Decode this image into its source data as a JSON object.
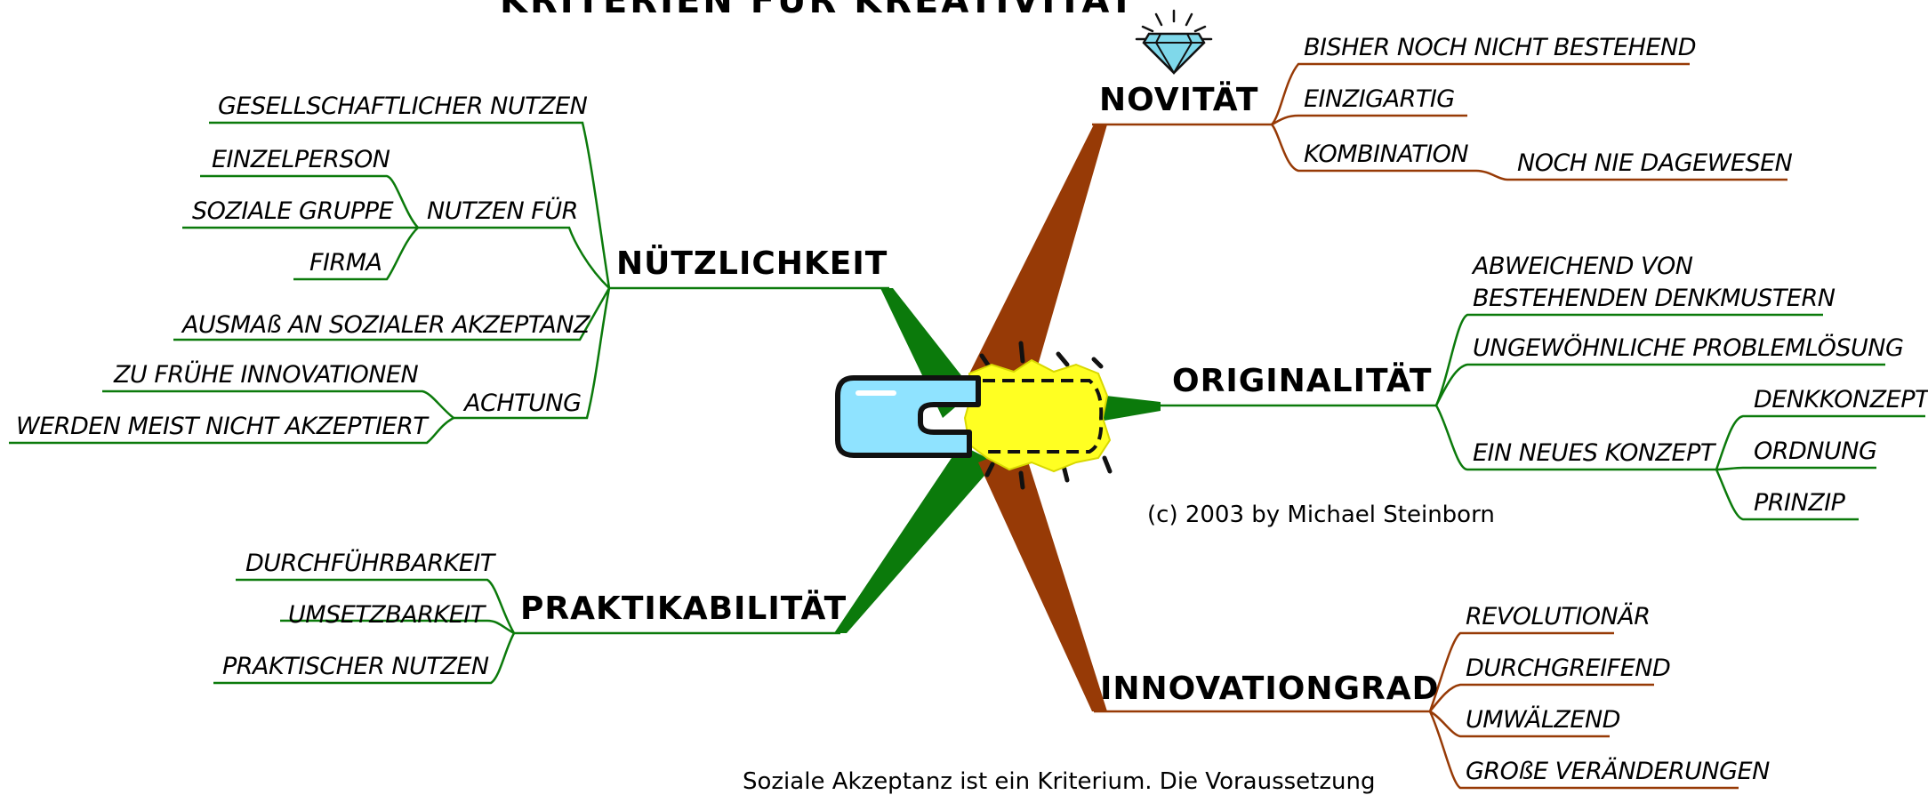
{
  "title": "KRITERIEN FÜR KREATIVITÄT",
  "colors": {
    "green": "#0b7a0b",
    "brown": "#973a06",
    "yellow": "#ffff22",
    "cyan": "#8fe3ff"
  },
  "center_image": "clip-and-sun-icon",
  "gem_icon": "diamond-icon",
  "branches": {
    "novitaet": {
      "label": "NOVITÄT",
      "leaves": [
        "BISHER NOCH NICHT BESTEHEND",
        "EINZIGARTIG",
        "KOMBINATION",
        "NOCH NIE DAGEWESEN"
      ]
    },
    "nuetzlichkeit": {
      "label": "NÜTZLICHKEIT",
      "leaves": [
        "GESELLSCHAFTLICHER NUTZEN",
        "NUTZEN FÜR",
        "EINZELPERSON",
        "SOZIALE GRUPPE",
        "FIRMA",
        "AUSMAß AN SOZIALER AKZEPTANZ",
        "ACHTUNG",
        "ZU FRÜHE INNOVATIONEN",
        "WERDEN MEIST NICHT AKZEPTIERT"
      ]
    },
    "originalitaet": {
      "label": "ORIGINALITÄT",
      "leaves": [
        "ABWEICHEND VON",
        "BESTEHENDEN DENKMUSTERN",
        "UNGEWÖHNLICHE PROBLEMLÖSUNG",
        "EIN NEUES KONZEPT",
        "DENKKONZEPT",
        "ORDNUNG",
        "PRINZIP"
      ]
    },
    "praktikabilitaet": {
      "label": "PRAKTIKABILITÄT",
      "leaves": [
        "DURCHFÜHRBARKEIT",
        "UMSETZBARKEIT",
        "PRAKTISCHER NUTZEN"
      ]
    },
    "innovationsgrad": {
      "label": "INNOVATIONGRAD",
      "leaves": [
        "REVOLUTIONÄR",
        "DURCHGREIFEND",
        "UMWÄLZEND",
        "GROßE VERÄNDERUNGEN"
      ]
    }
  },
  "copyright": "(c) 2003 by Michael Steinborn",
  "footnote": "Soziale Akzeptanz ist ein Kriterium. Die Voraussetzung"
}
